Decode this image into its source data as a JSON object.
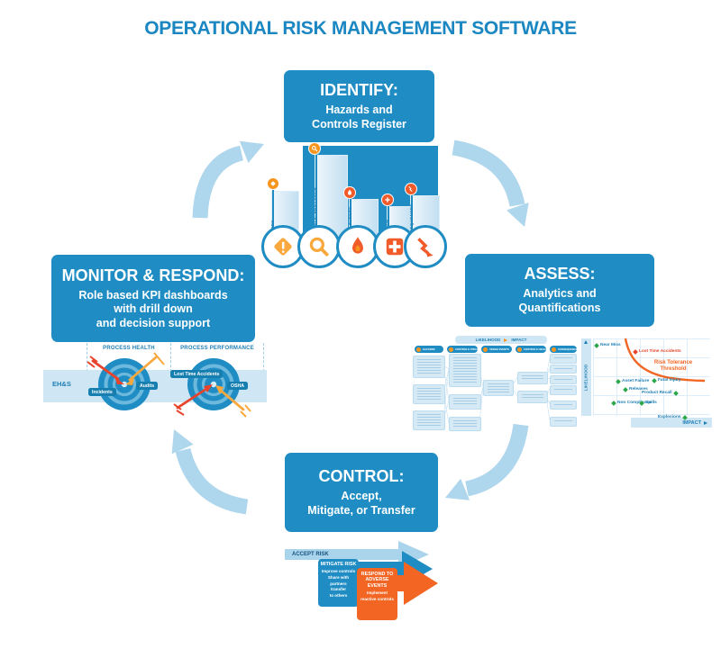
{
  "title": "OPERATIONAL RISK MANAGEMENT SOFTWARE",
  "stages": {
    "identify": {
      "heading": "IDENTIFY:",
      "body": "Hazards and\nControls Register"
    },
    "assess": {
      "heading": "ASSESS:",
      "body": "Analytics and\nQuantifications"
    },
    "control": {
      "heading": "CONTROL:",
      "body": "Accept,\nMitigate, or Transfer"
    },
    "monitor": {
      "heading": "MONITOR & RESPOND:",
      "body": "Role based KPI dashboards\nwith drill down\nand decision support"
    }
  },
  "identify_graphic": {
    "bars": [
      {
        "label": "HAZARDS",
        "icon": "warning-diamond-icon"
      },
      {
        "label": "CONTROLS: PROACTIVE",
        "icon": "magnifier-icon"
      },
      {
        "label": "VERGE EVENTS",
        "icon": "flame-icon"
      },
      {
        "label": "REACTIVE",
        "icon": "first-aid-icon"
      },
      {
        "label": "CONSEQUENCES",
        "icon": "falling-arrow-icon"
      }
    ]
  },
  "assess_graphic": {
    "banner": {
      "left": "LIKELIHOOD",
      "right": "IMPACT"
    },
    "bowtie_columns": [
      "HAZARDS",
      "CONTROLS: PROACTIVE",
      "VERGE EVENTS",
      "CONTROLS: REACTIVE",
      "CONSEQUENCES"
    ],
    "risk_chart": {
      "type": "scatter",
      "xlabel": "IMPACT",
      "ylabel": "LIKELIHOOD",
      "threshold_label": "Risk Tolerance\nThreshold",
      "points": [
        {
          "label": "Near Miss"
        },
        {
          "label": "Lost Time Accidents",
          "highlight": true
        },
        {
          "label": "Asset Failure"
        },
        {
          "label": "Releases"
        },
        {
          "label": "Fatal Injury"
        },
        {
          "label": "Product Recall"
        },
        {
          "label": "Non Compliance"
        },
        {
          "label": "Spills"
        },
        {
          "label": "Explosions"
        }
      ]
    }
  },
  "monitor_graphic": {
    "section1": "PROCESS HEALTH",
    "section2": "PROCESS PERFORMANCE",
    "row_label": "EH&S",
    "target1": {
      "left_label": "Incidents",
      "right_label": "Audits"
    },
    "target2": {
      "left_label": "Lost Time Accidents",
      "right_label": "OSHA"
    }
  },
  "control_graphic": {
    "accept_label": "ACCEPT RISK",
    "mitigate": {
      "title": "MITIGATE RISK",
      "body": "Improve controls\nShare with\npartners\ntransfer\nto others"
    },
    "respond": {
      "title": "RESPOND TO\nADVERSE\nEVENTS",
      "body": "Implement\nreactive controls"
    }
  },
  "colors": {
    "primary": "#1f8dc4",
    "light_arrow": "#aed6ec",
    "orange": "#f26522",
    "amber": "#f7941e",
    "band": "#cfe6f4",
    "green": "#2aa84a",
    "red": "#e8432c",
    "navy": "#14537d"
  }
}
